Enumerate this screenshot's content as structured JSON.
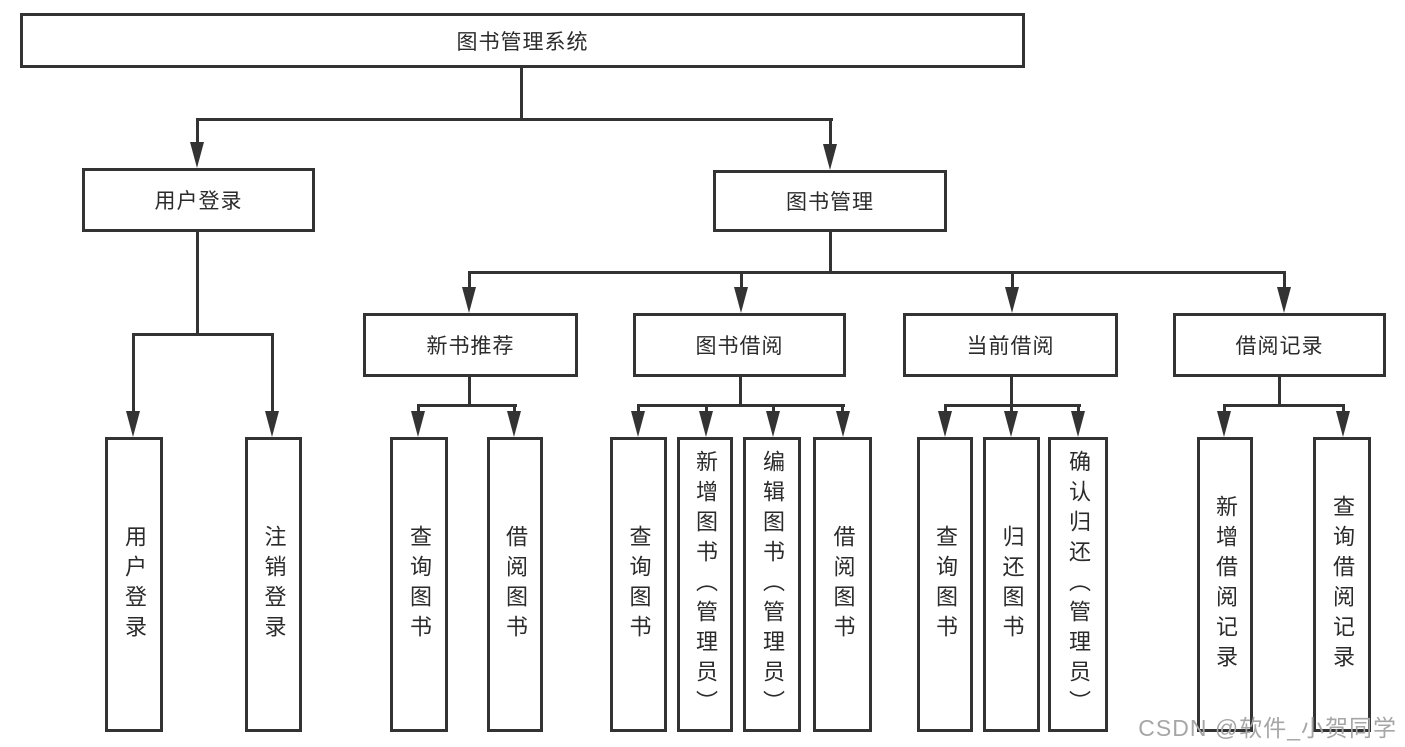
{
  "diagram_title": "图书管理系统",
  "tree": {
    "label": "图书管理系统",
    "children": [
      {
        "label": "用户登录",
        "children": [
          {
            "label": "用户登录"
          },
          {
            "label": "注销登录"
          }
        ]
      },
      {
        "label": "图书管理",
        "children": [
          {
            "label": "新书推荐",
            "children": [
              {
                "label": "查询图书"
              },
              {
                "label": "借阅图书"
              }
            ]
          },
          {
            "label": "图书借阅",
            "children": [
              {
                "label": "查询图书"
              },
              {
                "label": "新增图书（管理员）"
              },
              {
                "label": "编辑图书（管理员）"
              },
              {
                "label": "借阅图书"
              }
            ]
          },
          {
            "label": "当前借阅",
            "children": [
              {
                "label": "查询图书"
              },
              {
                "label": "归还图书"
              },
              {
                "label": "确认归还（管理员）"
              }
            ]
          },
          {
            "label": "借阅记录",
            "children": [
              {
                "label": "新增借阅记录"
              },
              {
                "label": "查询借阅记录"
              }
            ]
          }
        ]
      }
    ]
  },
  "watermark": {
    "text": "CSDN @软件_小贺同学"
  },
  "colors": {
    "line": "#333333",
    "text": "#2b2b2b",
    "watermark": "#a6a6a6",
    "background": "#ffffff"
  }
}
